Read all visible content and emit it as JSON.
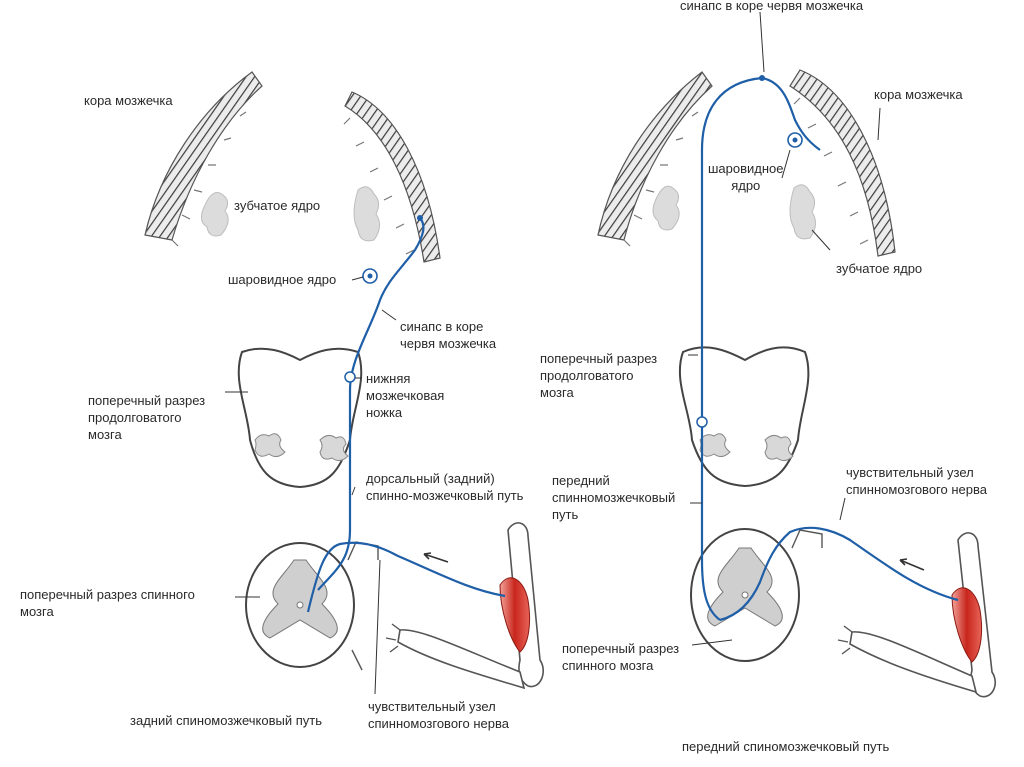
{
  "left": {
    "labels": {
      "cortex": "кора мозжечка",
      "dentate": "зубчатое ядро",
      "globose": "шаровидное ядро",
      "synapse_1": "синапс в коре",
      "synapse_2": "червя мозжечка",
      "peduncle_1": "нижняя",
      "peduncle_2": "мозжечковая",
      "peduncle_3": "ножка",
      "medulla_1": "поперечный разрез",
      "medulla_2": "продолговатого",
      "medulla_3": "мозга",
      "tract_1": "дорсальный (задний)",
      "tract_2": "спинно-мозжечковый путь",
      "spinal_1": "поперечный разрез спинного",
      "spinal_2": "мозга",
      "ganglion_1": "чувствительный узел",
      "ganglion_2": "спинномозгового нерва",
      "caption": "задний спиномозжечковый путь"
    }
  },
  "right": {
    "labels": {
      "synapse": "синапс в коре червя мозжечка",
      "cortex": "кора мозжечка",
      "globose_1": "шаровидное",
      "globose_2": "ядро",
      "dentate": "зубчатое ядро",
      "medulla_1": "поперечный разрез",
      "medulla_2": "продолговатого",
      "medulla_3": "мозга",
      "tract_1": "передний",
      "tract_2": "спинномозжечковый",
      "tract_3": "путь",
      "ganglion_1": "чувствительный узел",
      "ganglion_2": "спинномозгового нерва",
      "spinal_1": "поперечный разрез",
      "spinal_2": "спинного мозга",
      "caption": "передний спиномозжечковый путь"
    }
  },
  "colors": {
    "pathway": "#1f5fa8",
    "outline": "#555555",
    "muscle": "#c8261d",
    "leader": "#333333"
  }
}
